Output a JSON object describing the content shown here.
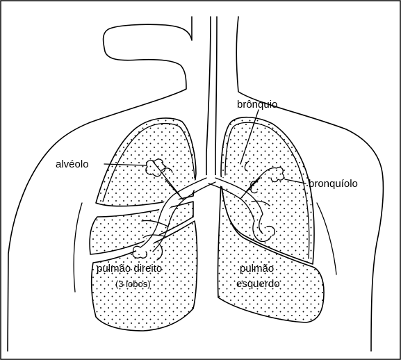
{
  "labels": {
    "bronquio": "brônquio",
    "alveolo": "alvéolo",
    "bronquiolo": "bronquíolo",
    "pulmao_direito_line1": "pulmão direito",
    "pulmao_direito_line2": "(3 lobos)",
    "pulmao_esquerdo_line1": "pulmão",
    "pulmao_esquerdo_line2": "esquerdo"
  }
}
